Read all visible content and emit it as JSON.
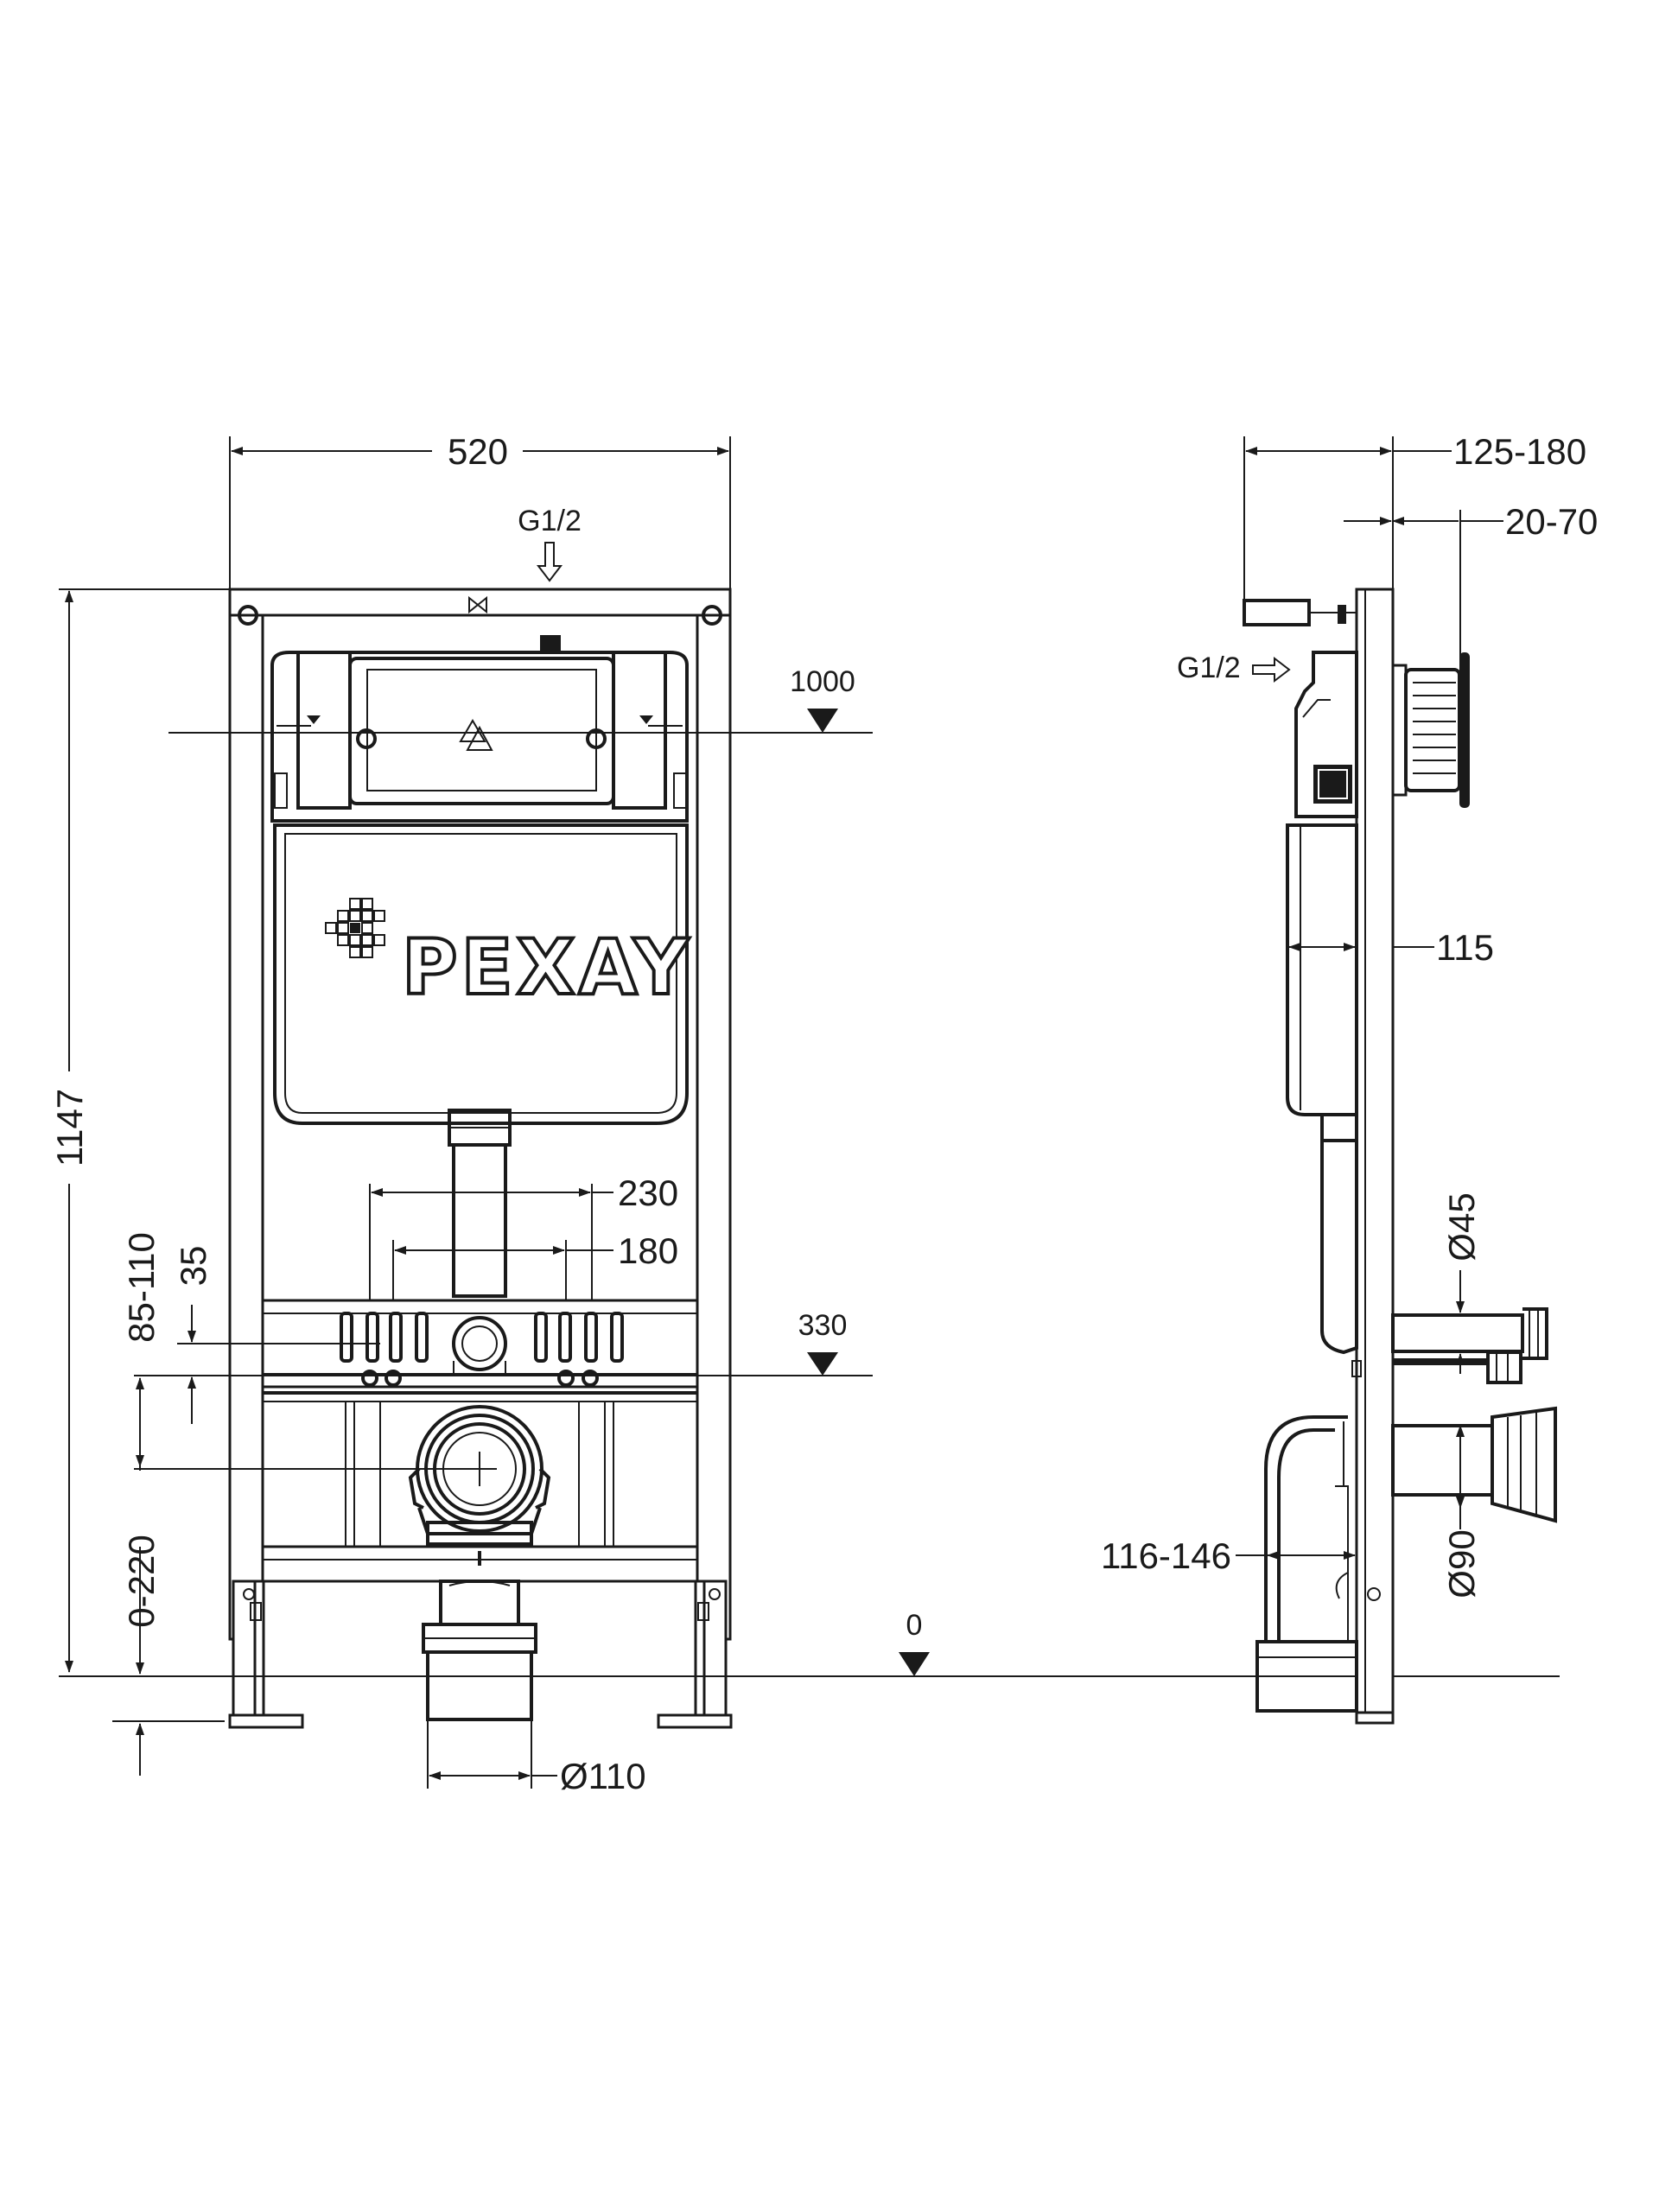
{
  "brand": {
    "logo_text": "PEXAY",
    "logo_icon": "pixel-grid-icon"
  },
  "front_view": {
    "width": "520",
    "height": "1147",
    "water_inlet": "G1/2",
    "button_level": "1000",
    "bolt_spacing_outer": "230",
    "bolt_spacing_inner": "180",
    "bolt_height_range": "85-110",
    "bolt_offset": "35",
    "bolt_level": "330",
    "leg_adjustment": "0-220",
    "floor_level": "0",
    "drain_diameter": "Ø110"
  },
  "side_view": {
    "depth_range": "125-180",
    "wall_thickness_range": "20-70",
    "water_inlet": "G1/2",
    "tank_depth": "115",
    "supply_pipe_diameter": "Ø45",
    "drain_offset_range": "116-146",
    "drain_pipe_diameter": "Ø90"
  }
}
